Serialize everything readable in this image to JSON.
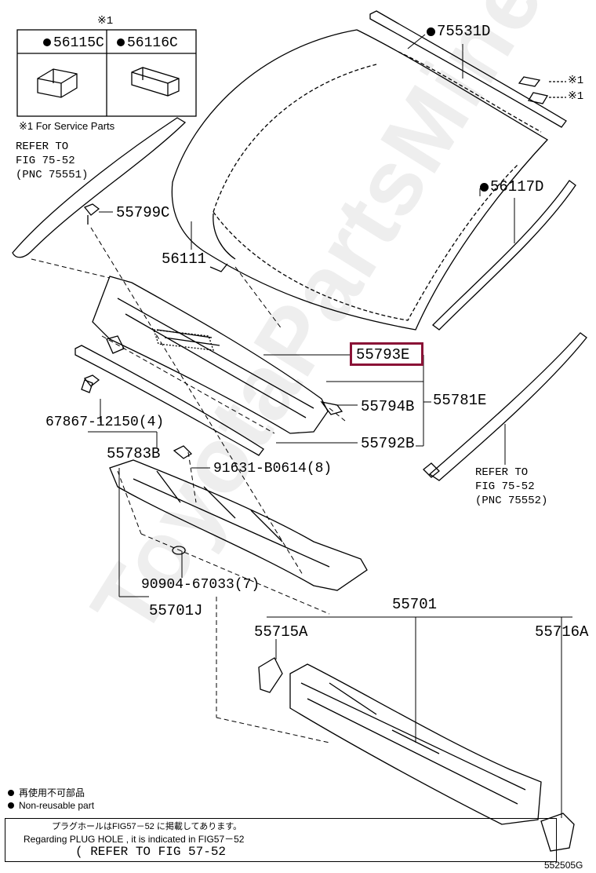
{
  "watermark": "ToyotaPartsMine.ru",
  "legend": {
    "mark": "※1",
    "part_left": "56115C",
    "part_right": "56116C",
    "footnote": "※1 For Service Parts"
  },
  "refer_left": [
    "REFER TO",
    "FIG 75-52",
    "(PNC 75551)"
  ],
  "refer_right": [
    "REFER TO",
    "FIG 75-52",
    "(PNC 75552)"
  ],
  "parts": {
    "p75531D": "75531D",
    "mark1a": "※1",
    "mark1b": "※1",
    "p56117D": "56117D",
    "p55799C": "55799C",
    "p56111": "56111",
    "p55793E": "55793E",
    "p55794B": "55794B",
    "p55781E": "55781E",
    "p55792B": "55792B",
    "p67867": "67867-12150(4)",
    "p55783B": "55783B",
    "p91631": "91631-B0614(8)",
    "p90904": "90904-67033(7)",
    "p55701J": "55701J",
    "p55701": "55701",
    "p55715A": "55715A",
    "p55716A": "55716A"
  },
  "bottom_notes": {
    "jp_nonreusable": "再使用不可部品",
    "en_nonreusable": "Non-reusable part",
    "plug_jp": "プラグホールはFIG57－52 に掲載してあります。",
    "plug_en": "Regarding  PLUG HOLE , it is  indicated  in  FIG57－52",
    "refer_fig": "( REFER  TO  FIG 57-52",
    "ref_code": "552505G"
  },
  "colors": {
    "highlight": "#8a1236"
  }
}
